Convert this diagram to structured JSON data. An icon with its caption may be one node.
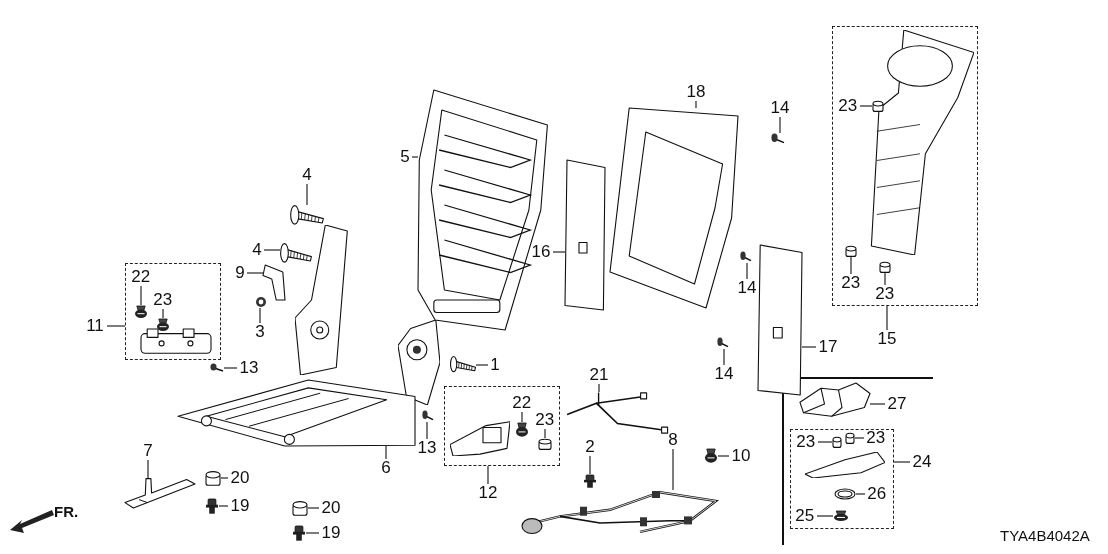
{
  "diagram": {
    "nodes": [
      {
        "text": [],
        "shape": "box"
      },
      {
        "text": [
          "22"
        ],
        "in": 0
      },
      {
        "text": [],
        "shape": "picture",
        "in": 0
      },
      {
        "text": [
          "23"
        ],
        "in": 0
      },
      {
        "text": [],
        "shape": "picture",
        "in": 0
      },
      {
        "text": [
          "11"
        ]
      },
      {
        "text": [],
        "shape": "box"
      },
      {
        "text": [
          "22"
        ],
        "in": 6
      },
      {
        "text": [],
        "shape": "picture",
        "in": 6
      },
      {
        "text": [
          "23"
        ],
        "in": 6
      },
      {
        "text": [],
        "shape": "cylinder",
        "in": 6
      },
      {
        "text": [
          "12"
        ]
      },
      {
        "text": [],
        "shape": "box"
      },
      {
        "text": [
          "23"
        ],
        "in": 12
      },
      {
        "text": [],
        "shape": "cylinder",
        "in": 12
      },
      {
        "text": [
          "23"
        ],
        "in": 12
      },
      {
        "text": [],
        "shape": "cylinder",
        "in": 12
      },
      {
        "text": [
          "23"
        ],
        "in": 12
      },
      {
        "text": [],
        "shape": "cylinder",
        "in": 12
      },
      {
        "text": [
          "15"
        ]
      },
      {
        "text": [],
        "shape": "box"
      },
      {
        "text": [
          "23"
        ],
        "in": 20
      },
      {
        "text": [],
        "shape": "cylinder",
        "in": 20
      },
      {
        "text": [
          "23"
        ],
        "in": 20
      },
      {
        "text": [],
        "shape": "cylinder",
        "in": 20
      },
      {
        "text": [
          "25"
        ],
        "in": 20
      },
      {
        "text": [],
        "shape": "picture",
        "in": 20
      },
      {
        "text": [
          "26"
        ],
        "in": 20
      },
      {
        "text": [],
        "shape": "circle",
        "in": 20
      },
      {
        "text": [
          "24"
        ]
      },
      {
        "text": [
          "27"
        ]
      },
      {
        "text": [],
        "shape": "picture"
      },
      {
        "text": [
          "1"
        ]
      },
      {
        "text": [],
        "shape": "picture"
      },
      {
        "text": [
          "2"
        ]
      },
      {
        "text": [],
        "shape": "picture"
      },
      {
        "text": [
          "3"
        ]
      },
      {
        "text": [],
        "shape": "picture"
      },
      {
        "text": [
          "4"
        ]
      },
      {
        "text": [],
        "shape": "picture"
      },
      {
        "text": [
          "4"
        ]
      },
      {
        "text": [],
        "shape": "picture"
      },
      {
        "text": [
          "5"
        ]
      },
      {
        "text": [],
        "shape": "picture"
      },
      {
        "text": [
          "6"
        ]
      },
      {
        "text": [],
        "shape": "picture"
      },
      {
        "text": [
          "7"
        ]
      },
      {
        "text": [],
        "shape": "picture"
      },
      {
        "text": [
          "8"
        ]
      },
      {
        "text": [],
        "shape": "picture"
      },
      {
        "text": [
          "9"
        ]
      },
      {
        "text": [],
        "shape": "picture"
      },
      {
        "text": [
          "10"
        ]
      },
      {
        "text": [],
        "shape": "picture"
      },
      {
        "text": [
          "13"
        ]
      },
      {
        "text": [],
        "shape": "picture"
      },
      {
        "text": [
          "13"
        ]
      },
      {
        "text": [],
        "shape": "picture"
      },
      {
        "text": [
          "14"
        ]
      },
      {
        "text": [],
        "shape": "picture"
      },
      {
        "text": [
          "14"
        ]
      },
      {
        "text": [],
        "shape": "picture"
      },
      {
        "text": [
          "14"
        ]
      },
      {
        "text": [],
        "shape": "picture"
      },
      {
        "text": [
          "16"
        ]
      },
      {
        "text": [],
        "shape": "picture"
      },
      {
        "text": [
          "17"
        ]
      },
      {
        "text": [],
        "shape": "picture"
      },
      {
        "text": [
          "18"
        ]
      },
      {
        "text": [],
        "shape": "picture"
      },
      {
        "text": [
          "19"
        ]
      },
      {
        "text": [],
        "shape": "picture"
      },
      {
        "text": [
          "19"
        ]
      },
      {
        "text": [],
        "shape": "picture"
      },
      {
        "text": [
          "20"
        ]
      },
      {
        "text": [],
        "shape": "cylinder"
      },
      {
        "text": [
          "20"
        ]
      },
      {
        "text": [],
        "shape": "cylinder"
      },
      {
        "text": [
          "21"
        ]
      },
      {
        "text": [],
        "shape": "picture"
      }
    ],
    "edges": [
      {
        "from": 1,
        "to": 2,
        "arrow": "none"
      },
      {
        "from": 3,
        "to": 4,
        "arrow": "none"
      },
      {
        "from": 5,
        "to": 0,
        "arrow": "none"
      },
      {
        "from": 7,
        "to": 8,
        "arrow": "none"
      },
      {
        "from": 9,
        "to": 10,
        "arrow": "none"
      },
      {
        "from": 11,
        "to": 6,
        "arrow": "none"
      },
      {
        "from": 13,
        "to": 14,
        "arrow": "none"
      },
      {
        "from": 15,
        "to": 16,
        "arrow": "none"
      },
      {
        "from": 17,
        "to": 18,
        "arrow": "none"
      },
      {
        "from": 19,
        "to": 12,
        "arrow": "none"
      },
      {
        "from": 21,
        "to": 22,
        "arrow": "none"
      },
      {
        "from": 23,
        "to": 24,
        "arrow": "none"
      },
      {
        "from": 25,
        "to": 26,
        "arrow": "none"
      },
      {
        "from": 27,
        "to": 28,
        "arrow": "none"
      },
      {
        "from": 29,
        "to": 20,
        "arrow": "none"
      },
      {
        "from": 30,
        "to": 31,
        "arrow": "none"
      },
      {
        "from": 32,
        "to": 33,
        "arrow": "none"
      },
      {
        "from": 34,
        "to": 35,
        "arrow": "none"
      },
      {
        "from": 36,
        "to": 37,
        "arrow": "none"
      },
      {
        "from": 38,
        "to": 39,
        "arrow": "none"
      },
      {
        "from": 40,
        "to": 41,
        "arrow": "none"
      },
      {
        "from": 42,
        "to": 43,
        "arrow": "none"
      },
      {
        "from": 44,
        "to": 45,
        "arrow": "none"
      },
      {
        "from": 46,
        "to": 47,
        "arrow": "none"
      },
      {
        "from": 48,
        "to": 49,
        "arrow": "none"
      },
      {
        "from": 50,
        "to": 51,
        "arrow": "none"
      },
      {
        "from": 52,
        "to": 53,
        "arrow": "none"
      },
      {
        "from": 54,
        "to": 55,
        "arrow": "none"
      },
      {
        "from": 56,
        "to": 57,
        "arrow": "none"
      },
      {
        "from": 58,
        "to": 59,
        "arrow": "none"
      },
      {
        "from": 60,
        "to": 61,
        "arrow": "none"
      },
      {
        "from": 62,
        "to": 63,
        "arrow": "none"
      },
      {
        "from": 64,
        "to": 65,
        "arrow": "none"
      },
      {
        "from": 66,
        "to": 67,
        "arrow": "none"
      },
      {
        "from": 68,
        "to": 69,
        "arrow": "none"
      },
      {
        "from": 70,
        "to": 71,
        "arrow": "none"
      },
      {
        "from": 72,
        "to": 73,
        "arrow": "none"
      },
      {
        "from": 74,
        "to": 75,
        "arrow": "none"
      },
      {
        "from": 76,
        "to": 77,
        "arrow": "none"
      },
      {
        "from": 78,
        "to": 79,
        "arrow": "none"
      }
    ],
    "labels": [
      "FR.",
      "TYA4B4042A"
    ]
  }
}
